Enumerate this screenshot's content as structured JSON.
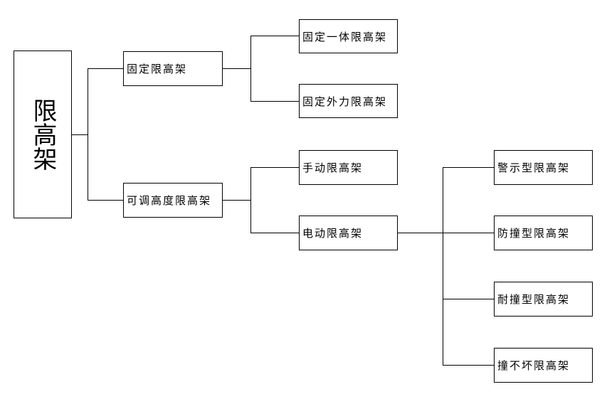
{
  "diagram": {
    "root": {
      "label": "限高架"
    },
    "level1": [
      {
        "label": "固定限高架"
      },
      {
        "label": "可调高度限高架"
      }
    ],
    "fixed_children": [
      {
        "label": "固定一体限高架"
      },
      {
        "label": "固定外力限高架"
      }
    ],
    "adjustable_children": [
      {
        "label": "手动限高架"
      },
      {
        "label": "电动限高架"
      }
    ],
    "electric_children": [
      {
        "label": "警示型限高架"
      },
      {
        "label": "防撞型限高架"
      },
      {
        "label": "耐撞型限高架"
      },
      {
        "label": "撞不坏限高架"
      }
    ]
  }
}
